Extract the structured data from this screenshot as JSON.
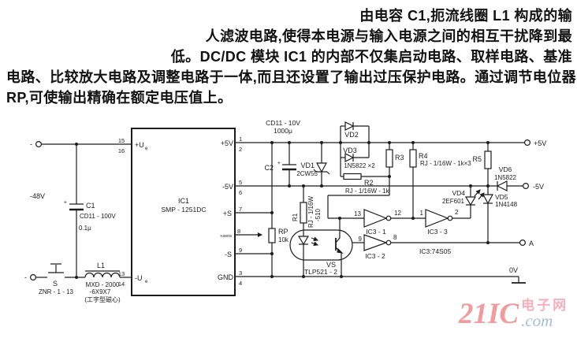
{
  "paragraph": {
    "line1": "由电容 C1,扼流线圈 L1 构成的输",
    "line2": "人滤波电路,使得本电源与输入电源之间的相互干扰降到最",
    "line3": "低。DC/DC 模块 IC1 的内部不仅集启动电路、取样电路、基准",
    "line4": "电路、比较放大电路及调整电路于一体,而且还设置了输出过压保护电路。通过调节电位器",
    "line5": "RP,可使输出精确在额定电压值上。"
  },
  "schematic": {
    "input": {
      "neg_top": "-",
      "neg_bottom": "-",
      "voltage": "-48V"
    },
    "c1": {
      "name": "C1",
      "type": "CD11 - 100V",
      "value": "0.1μ",
      "plus": "+"
    },
    "s": {
      "name": "S",
      "type": "ZNR - 1 - 13"
    },
    "l1": {
      "name": "L1",
      "type": "MXD - 2000",
      "size": "-6X9X7",
      "core": "(工字型磁心)"
    },
    "ic1": {
      "name": "IC1",
      "type": "SMP - 1251DC",
      "pins": {
        "p15": "15",
        "p16": "16",
        "p13": "13",
        "p14": "14",
        "p1": "1",
        "p2": "2",
        "p5": "5",
        "p6": "6",
        "p7": "7",
        "p8": "8",
        "p9": "9",
        "p3": "3",
        "p4": "4"
      },
      "labels": {
        "u_pos": "+U",
        "u_pos_sub": "e",
        "u_neg": "-U",
        "u_neg_sub": "e",
        "out_pos": "+5V",
        "out_neg": "-5V",
        "sense_pos": "+S",
        "trim": "+sens",
        "sense_neg": "-S",
        "gnd": "GND"
      }
    },
    "rp": {
      "name": "RP",
      "value": "10k"
    },
    "c2": {
      "name": "C2",
      "type": "CD11 - 10V",
      "value": "1000μ",
      "plus": "+"
    },
    "vd1": {
      "name": "VD1",
      "type": "2CW55"
    },
    "vd23": {
      "vd2": "VD2",
      "vd3": "VD3",
      "type": "1N5822 ×2"
    },
    "r1": {
      "name": "R1",
      "type": "RJ - 1/16W",
      "value": "-510"
    },
    "r2": {
      "name": "R2",
      "type": "RJ - 1/16W - 1k"
    },
    "r345": {
      "r3": "R3",
      "r4": "R4",
      "r5": "R5",
      "type": "RJ - 1/16W - 1k×3"
    },
    "vs": {
      "name": "VS",
      "type": "TLP521 - 2"
    },
    "ic3": {
      "g1": "IC3 - 1",
      "g2": "IC3 - 2",
      "g3": "IC3 - 3",
      "type": "IC3:74S05",
      "g1_in": "13",
      "g1_out": "12",
      "g2_in": "9",
      "g2_out": "8",
      "g3_in": "1",
      "g3_out": "2"
    },
    "vd4": {
      "name": "VD4",
      "type": "2EF601"
    },
    "vd5": {
      "name": "VD5",
      "type": "1N4148"
    },
    "vd6": {
      "name": "VD6",
      "type": "1N5822"
    },
    "terminals": {
      "plus5": "+5V",
      "minus5": "-5V",
      "a": "A",
      "zero": "0V"
    }
  },
  "watermark": {
    "brand": "21IC",
    "cn": "电子网",
    "com": ".com"
  },
  "colors": {
    "ink": "#1c1c1c",
    "bg": "#ffffff",
    "wm_brand": "#f09c9c",
    "wm_cn": "#f5b0bd",
    "wm_com": "#a4bed9"
  }
}
